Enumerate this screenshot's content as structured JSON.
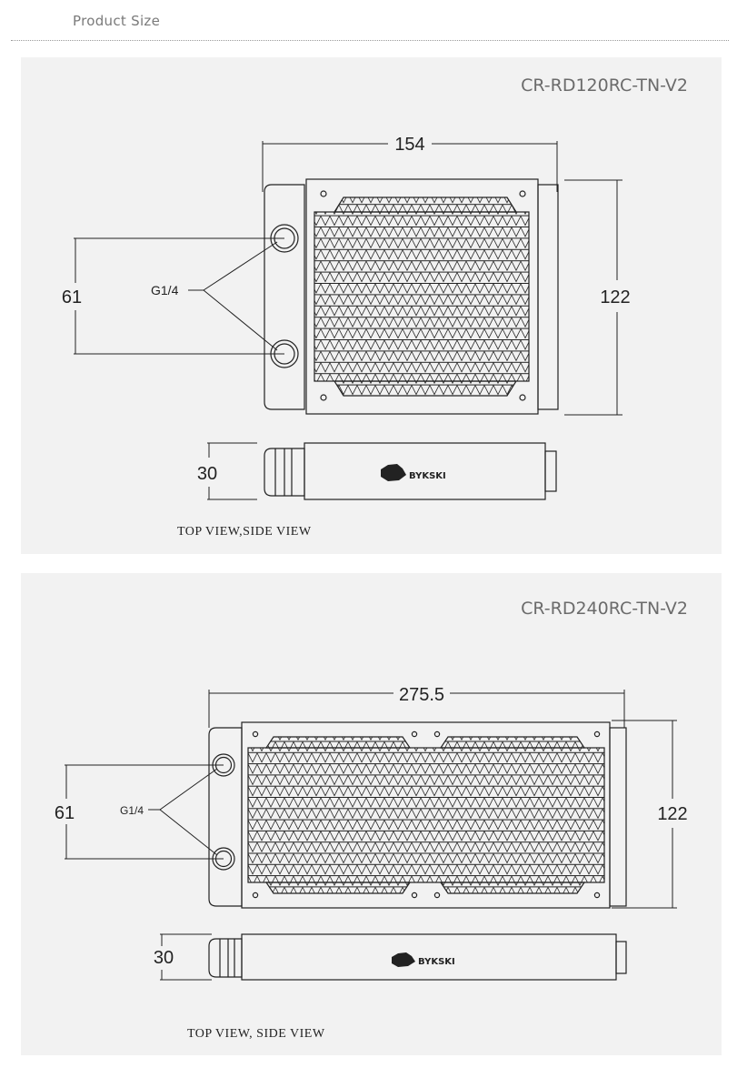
{
  "header": {
    "title": "Product Size"
  },
  "colors": {
    "panel_bg": "#f2f2f2",
    "line": "#222222",
    "label": "#6b6b6b"
  },
  "panels": [
    {
      "model": "CR-RD120RC-TN-V2",
      "width_dim": "154",
      "height_dim": "122",
      "port_spacing_dim": "61",
      "port_label": "G1/4",
      "thickness_dim": "30",
      "brand": "BYKSKI",
      "views_caption": "TOP VIEW,SIDE VIEW"
    },
    {
      "model": "CR-RD240RC-TN-V2",
      "width_dim": "275.5",
      "height_dim": "122",
      "port_spacing_dim": "61",
      "port_label": "G1/4",
      "thickness_dim": "30",
      "brand": "BYKSKI",
      "views_caption": "TOP VIEW, SIDE VIEW"
    }
  ]
}
